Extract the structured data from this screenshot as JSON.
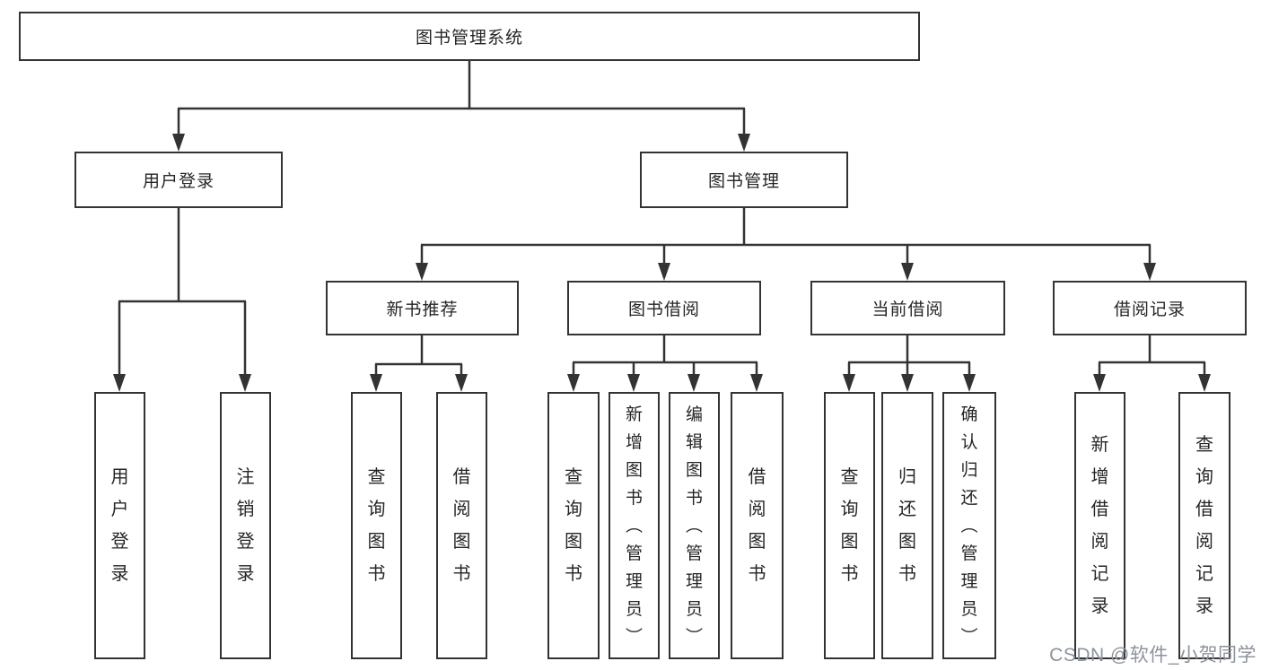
{
  "page": {
    "background": "#ffffff",
    "watermark": "CSDN @软件_小贺同学",
    "colors": {
      "line": "#333333",
      "text": "#262626",
      "watermark": "#8d939c",
      "box_background": "#ffffff"
    }
  },
  "tree": {
    "root": {
      "label": "图书管理系统",
      "children": [
        {
          "label": "用户登录",
          "children": [
            {
              "label": "用户登录"
            },
            {
              "label": "注销登录"
            }
          ]
        },
        {
          "label": "图书管理",
          "children": [
            {
              "label": "新书推荐",
              "children": [
                {
                  "label": "查询图书"
                },
                {
                  "label": "借阅图书"
                }
              ]
            },
            {
              "label": "图书借阅",
              "children": [
                {
                  "label": "查询图书"
                },
                {
                  "label": "新增图书（管理员）"
                },
                {
                  "label": "编辑图书（管理员）"
                },
                {
                  "label": "借阅图书"
                }
              ]
            },
            {
              "label": "当前借阅",
              "children": [
                {
                  "label": "查询图书"
                },
                {
                  "label": "归还图书"
                },
                {
                  "label": "确认归还（管理员）"
                }
              ]
            },
            {
              "label": "借阅记录",
              "children": [
                {
                  "label": "新增借阅记录"
                },
                {
                  "label": "查询借阅记录"
                }
              ]
            }
          ]
        }
      ]
    }
  }
}
